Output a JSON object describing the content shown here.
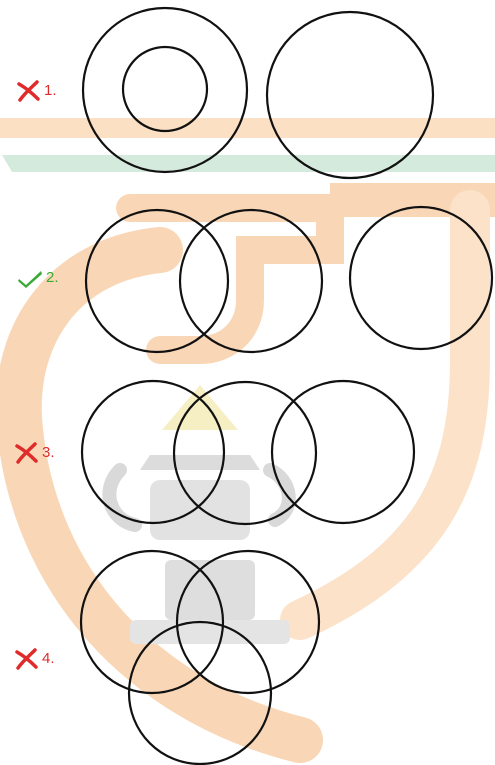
{
  "options": [
    {
      "number": "1.",
      "status": "incorrect",
      "icon": "cross-icon"
    },
    {
      "number": "2.",
      "status": "correct",
      "icon": "check-icon"
    },
    {
      "number": "3.",
      "status": "incorrect",
      "icon": "cross-icon"
    },
    {
      "number": "4.",
      "status": "incorrect",
      "icon": "cross-icon"
    }
  ],
  "colors": {
    "correct": "#3aaa35",
    "incorrect": "#e02b2b",
    "circle_stroke": "#111111",
    "watermark_orange": "#f8d3ae",
    "watermark_green": "#cfe7d8",
    "watermark_gray": "#d6d6d6"
  }
}
